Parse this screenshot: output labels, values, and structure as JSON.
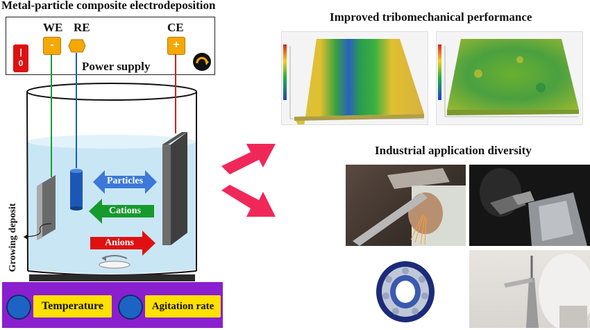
{
  "left_panel": {
    "title": "Metal-particle composite electrodeposition",
    "power_supply": {
      "label": "Power supply",
      "switch_on": "|",
      "switch_off": "0",
      "electrodes": [
        {
          "label": "WE",
          "terminal": "-"
        },
        {
          "label": "RE",
          "terminal": ""
        },
        {
          "label": "CE",
          "terminal": "+"
        }
      ]
    },
    "arrows": {
      "particles": "Particles",
      "cations": "Cations",
      "anions": "Anions"
    },
    "deposit_label": "Growing deposit",
    "controls": {
      "temperature": "Temperature",
      "agitation": "Agitation rate"
    }
  },
  "right_panel": {
    "tribo_title": "Improved tribomechanical performance",
    "industrial_title": "Industrial application diversity"
  },
  "colors": {
    "we_wire": "#1a9a3a",
    "re_wire": "#1a5fb0",
    "ce_wire": "#cc2020",
    "terminal": "#f5a800",
    "switch": "#dd1111",
    "particles_arrow": "#3b78d8",
    "cations_arrow": "#169a2c",
    "anions_arrow": "#e01010",
    "base": "#8a1fd0",
    "control_box": "#ffe000",
    "knob": "#1d63c4",
    "flow_arrow": "#f0285a"
  }
}
